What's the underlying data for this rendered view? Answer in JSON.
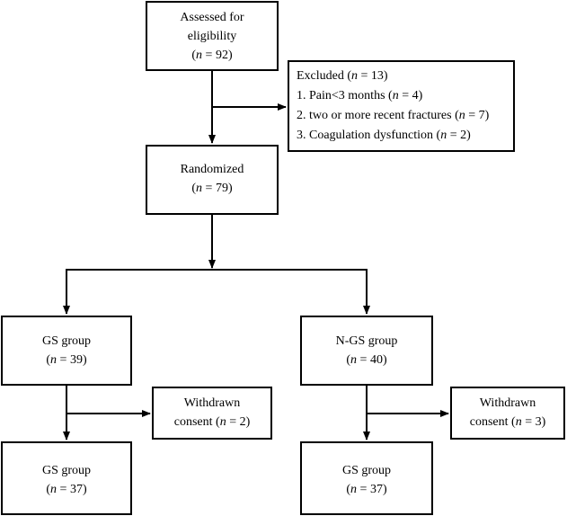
{
  "assessed": {
    "line1": "Assessed for",
    "line2": "eligibility",
    "n_label": "n",
    "n_value": " = 92"
  },
  "excluded": {
    "title_pre": "Excluded (",
    "n_label": "n",
    "title_post": " = 13)",
    "items": [
      {
        "pre": "1. Pain<3 months (",
        "n_label": "n",
        "post": " = 4)"
      },
      {
        "pre": "2. two or more recent fractures (",
        "n_label": "n",
        "post": " = 7)"
      },
      {
        "pre": "3. Coagulation dysfunction (",
        "n_label": "n",
        "post": " = 2)"
      }
    ]
  },
  "randomized": {
    "line1": "Randomized",
    "n_label": "n",
    "n_value": " = 79"
  },
  "gs_group": {
    "line1": "GS group",
    "n_label": "n",
    "n_value": " = 39"
  },
  "ngs_group": {
    "line1": "N-GS group",
    "n_label": "n",
    "n_value": " = 40"
  },
  "withdrawn_left": {
    "line1": "Withdrawn",
    "pre": "consent (",
    "n_label": "n",
    "post": " = 2)"
  },
  "withdrawn_right": {
    "line1": "Withdrawn",
    "pre": "consent (",
    "n_label": "n",
    "post": " = 3)"
  },
  "gs_final_left": {
    "line1": "GS group",
    "n_label": "n",
    "n_value": " = 37"
  },
  "gs_final_right": {
    "line1": "GS group",
    "n_label": "n",
    "n_value": " = 37"
  }
}
